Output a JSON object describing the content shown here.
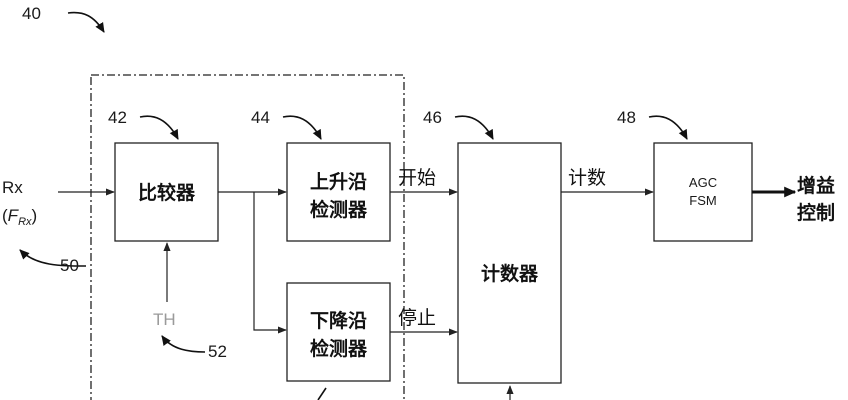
{
  "figure_ref": "40",
  "input": {
    "signal": "Rx",
    "freq_open": "(",
    "freq_symbol": "F",
    "freq_sub": "Rx",
    "freq_close": ")",
    "ref": "50"
  },
  "threshold": {
    "label": "TH",
    "ref": "52"
  },
  "blocks": {
    "comparator": {
      "ref": "42",
      "label": "比较器"
    },
    "rising_edge": {
      "ref": "44",
      "line1": "上升沿",
      "line2": "检测器"
    },
    "falling_edge": {
      "line1": "下降沿",
      "line2": "检测器"
    },
    "counter": {
      "ref": "46",
      "label": "计数器"
    },
    "agc_fsm": {
      "ref": "48",
      "line1": "AGC",
      "line2": "FSM"
    }
  },
  "signals": {
    "start": "开始",
    "stop": "停止",
    "count": "计数",
    "gain_line1": "增益",
    "gain_line2": "控制"
  },
  "colors": {
    "line": "#222222",
    "threshold_text": "#9a9a9a",
    "background": "#ffffff"
  }
}
